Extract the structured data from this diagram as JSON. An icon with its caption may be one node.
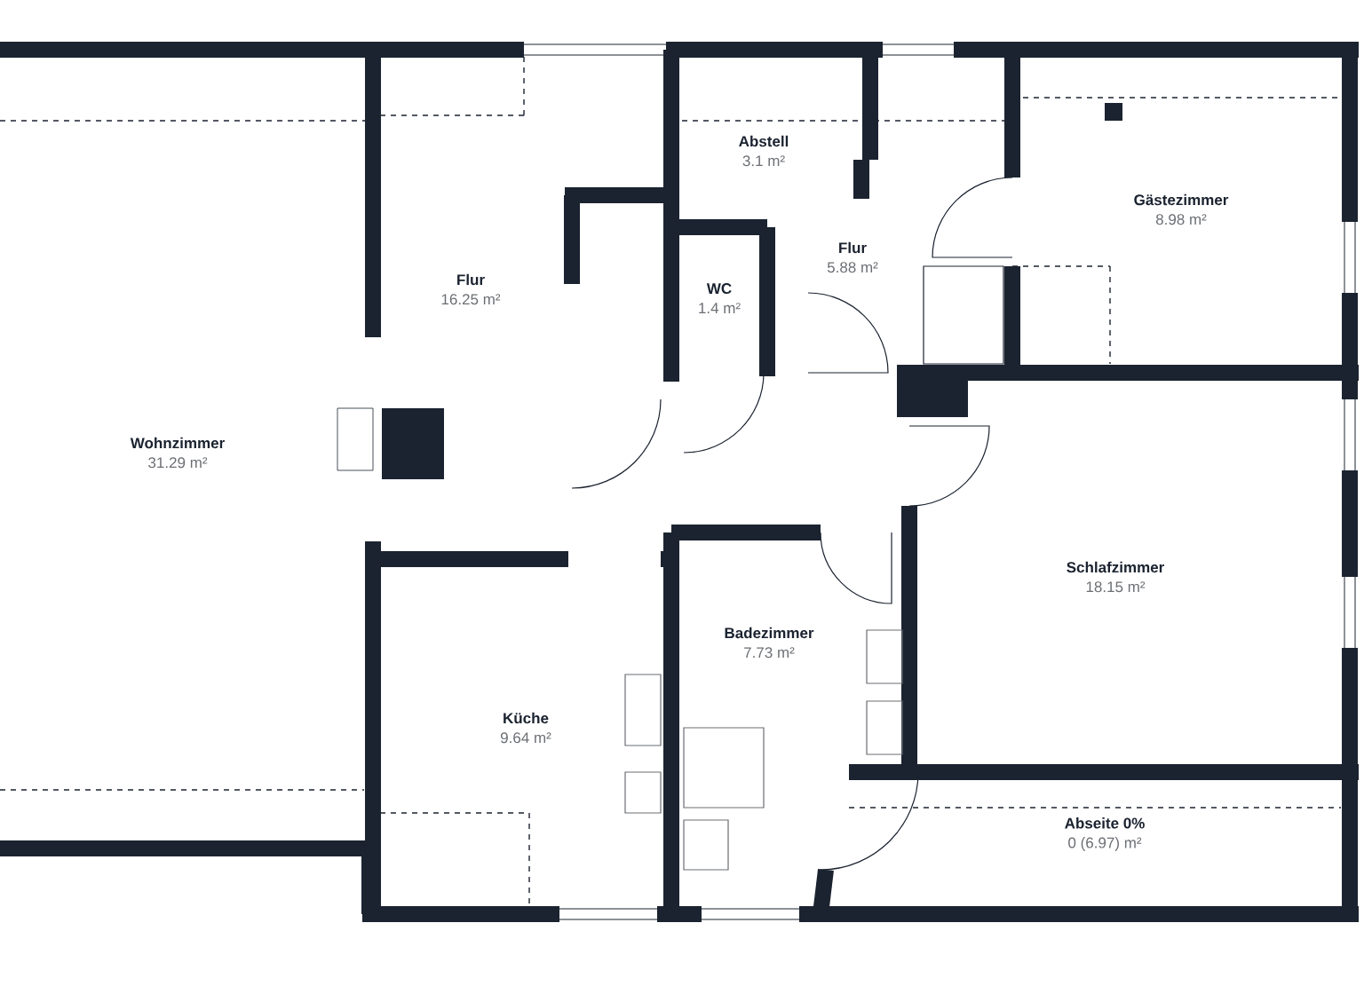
{
  "diagram": {
    "nodes": [
      {
        "text": [
          "Abstell",
          "3.1 m²"
        ]
      },
      {
        "text": [
          "Gästezimmer",
          "8.98 m²"
        ]
      },
      {
        "text": [
          "Flur",
          "16.25 m²"
        ]
      },
      {
        "text": [
          "WC",
          "1.4 m²"
        ]
      },
      {
        "text": [
          "Flur",
          "5.88 m²"
        ]
      },
      {
        "text": [
          "Wohnzimmer",
          "31.29 m²"
        ]
      },
      {
        "text": [
          "Schlafzimmer",
          "18.15 m²"
        ]
      },
      {
        "text": [
          "Badezimmer",
          "7.73 m²"
        ]
      },
      {
        "text": [
          "Küche",
          "9.64 m²"
        ]
      },
      {
        "text": [
          "Abseite 0%",
          "0 (6.97) m²"
        ]
      }
    ]
  }
}
